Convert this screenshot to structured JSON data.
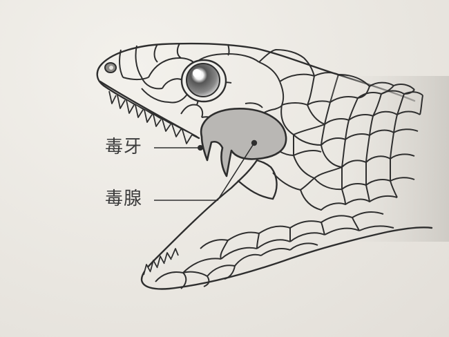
{
  "diagram": {
    "subject": "snake-head-venom-apparatus",
    "labels": {
      "fang": "毒牙",
      "gland": "毒腺"
    },
    "colors": {
      "paper": "#ece9e3",
      "ink": "#2e2e2e",
      "gland_fill": "#b9b7b4",
      "scale_shade": "#d6d3ce"
    }
  }
}
